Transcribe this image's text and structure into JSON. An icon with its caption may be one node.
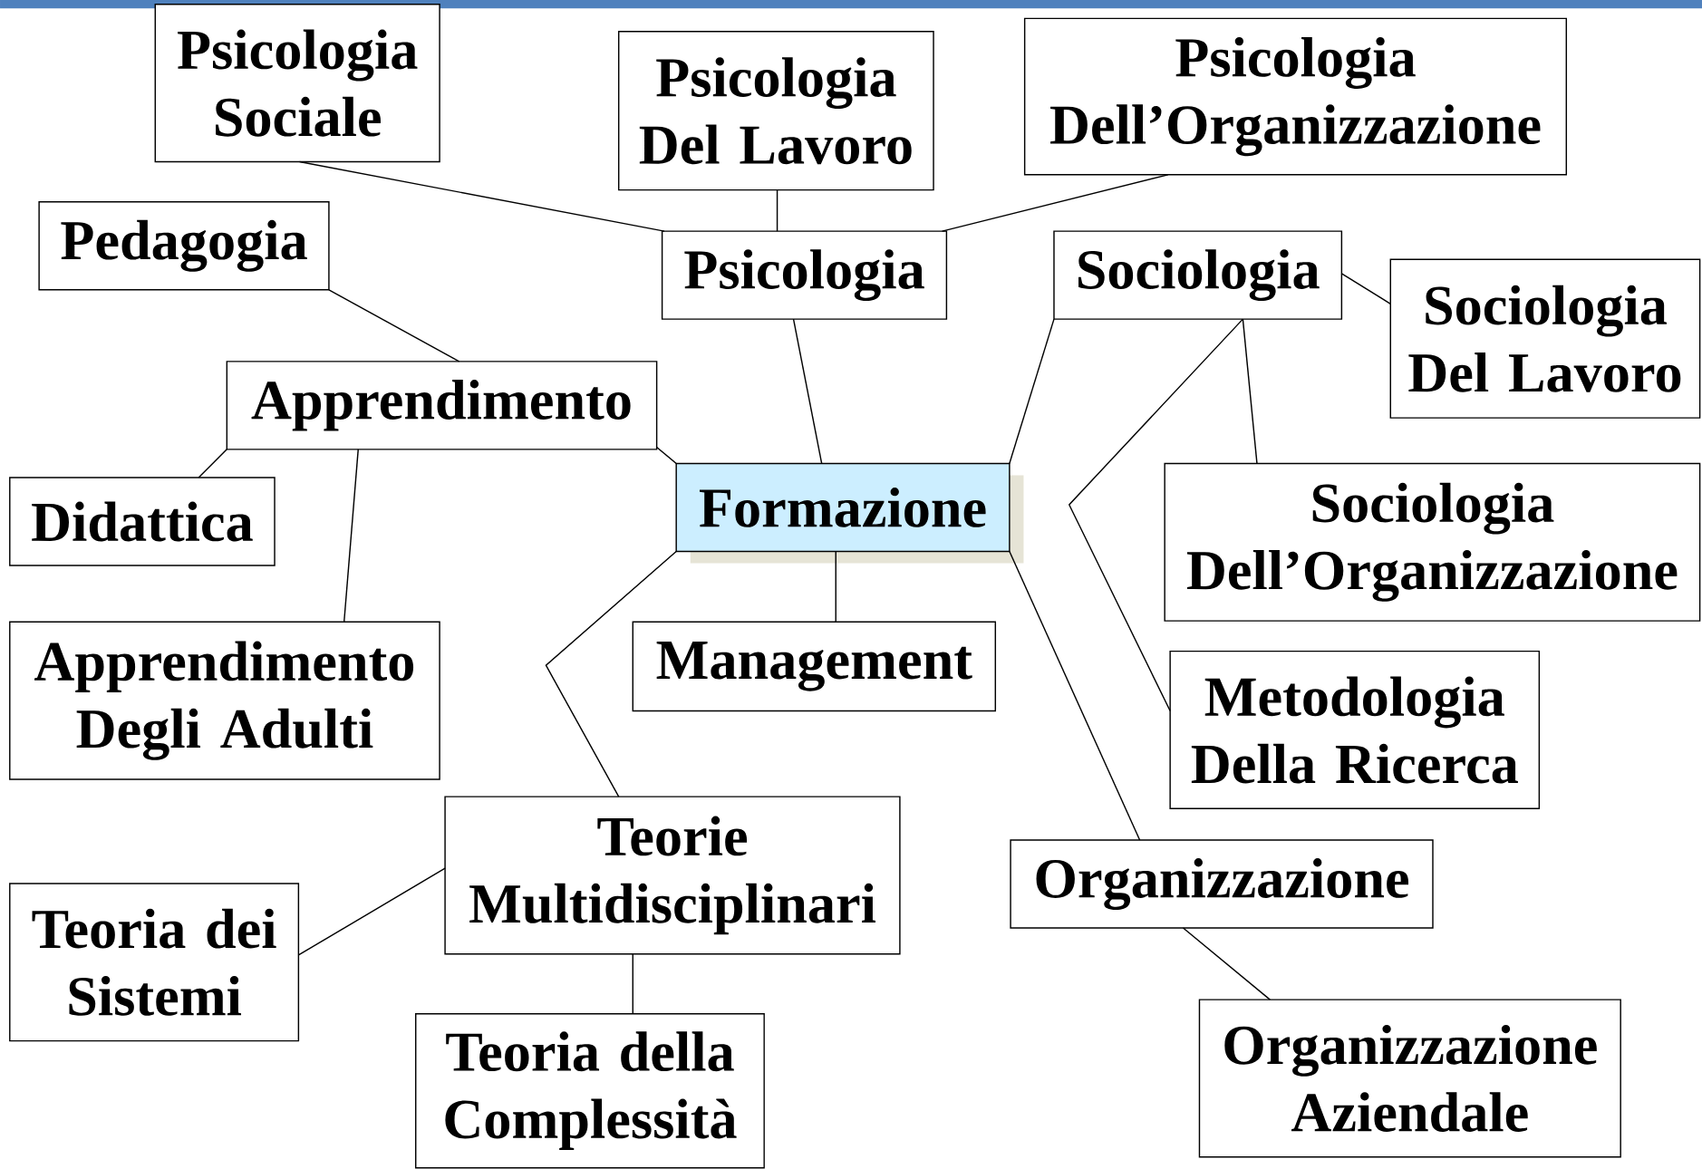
{
  "diagram": {
    "nodes": [
      {
        "text": [
          "Psicologia Sociale"
        ]
      },
      {
        "text": [
          "Psicologia Del Lavoro"
        ]
      },
      {
        "text": [
          "Psicologia Dell’Organizzazione"
        ]
      },
      {
        "text": [
          "Pedagogia"
        ]
      },
      {
        "text": [
          "Psicologia"
        ]
      },
      {
        "text": [
          "Sociologia"
        ]
      },
      {
        "text": [
          "Sociologia Del Lavoro"
        ]
      },
      {
        "text": [
          "Apprendimento"
        ]
      },
      {
        "text": [
          "Formazione"
        ]
      },
      {
        "text": [
          "Didattica"
        ]
      },
      {
        "text": [
          "Sociologia Dell’Organizzazione"
        ]
      },
      {
        "text": [
          "Apprendimento Degli Adulti"
        ]
      },
      {
        "text": [
          "Management"
        ]
      },
      {
        "text": [
          "Metodologia Della Ricerca"
        ]
      },
      {
        "text": [
          "Teorie Multidisciplinari"
        ]
      },
      {
        "text": [
          "Organizzazione"
        ]
      },
      {
        "text": [
          "Teoria dei Sistemi"
        ]
      },
      {
        "text": [
          "Teoria della Complessità"
        ]
      },
      {
        "text": [
          "Organizzazione Aziendale"
        ]
      }
    ],
    "edges": [
      {
        "from": 4,
        "to": 0,
        "arrow": "none"
      },
      {
        "from": 4,
        "to": 1,
        "arrow": "none"
      },
      {
        "from": 4,
        "to": 2,
        "arrow": "none"
      },
      {
        "from": 8,
        "to": 4,
        "arrow": "none"
      },
      {
        "from": 8,
        "to": 5,
        "arrow": "none"
      },
      {
        "from": 5,
        "to": 6,
        "arrow": "none"
      },
      {
        "from": 5,
        "to": 10,
        "arrow": "none"
      },
      {
        "from": 5,
        "to": 13,
        "arrow": "none"
      },
      {
        "from": 8,
        "to": 7,
        "arrow": "none"
      },
      {
        "from": 7,
        "to": 3,
        "arrow": "none"
      },
      {
        "from": 7,
        "to": 9,
        "arrow": "none"
      },
      {
        "from": 7,
        "to": 11,
        "arrow": "none"
      },
      {
        "from": 8,
        "to": 12,
        "arrow": "none"
      },
      {
        "from": 8,
        "to": 14,
        "arrow": "none"
      },
      {
        "from": 14,
        "to": 16,
        "arrow": "none"
      },
      {
        "from": 14,
        "to": 17,
        "arrow": "none"
      },
      {
        "from": 8,
        "to": 15,
        "arrow": "none"
      },
      {
        "from": 15,
        "to": 18,
        "arrow": "none"
      }
    ]
  }
}
